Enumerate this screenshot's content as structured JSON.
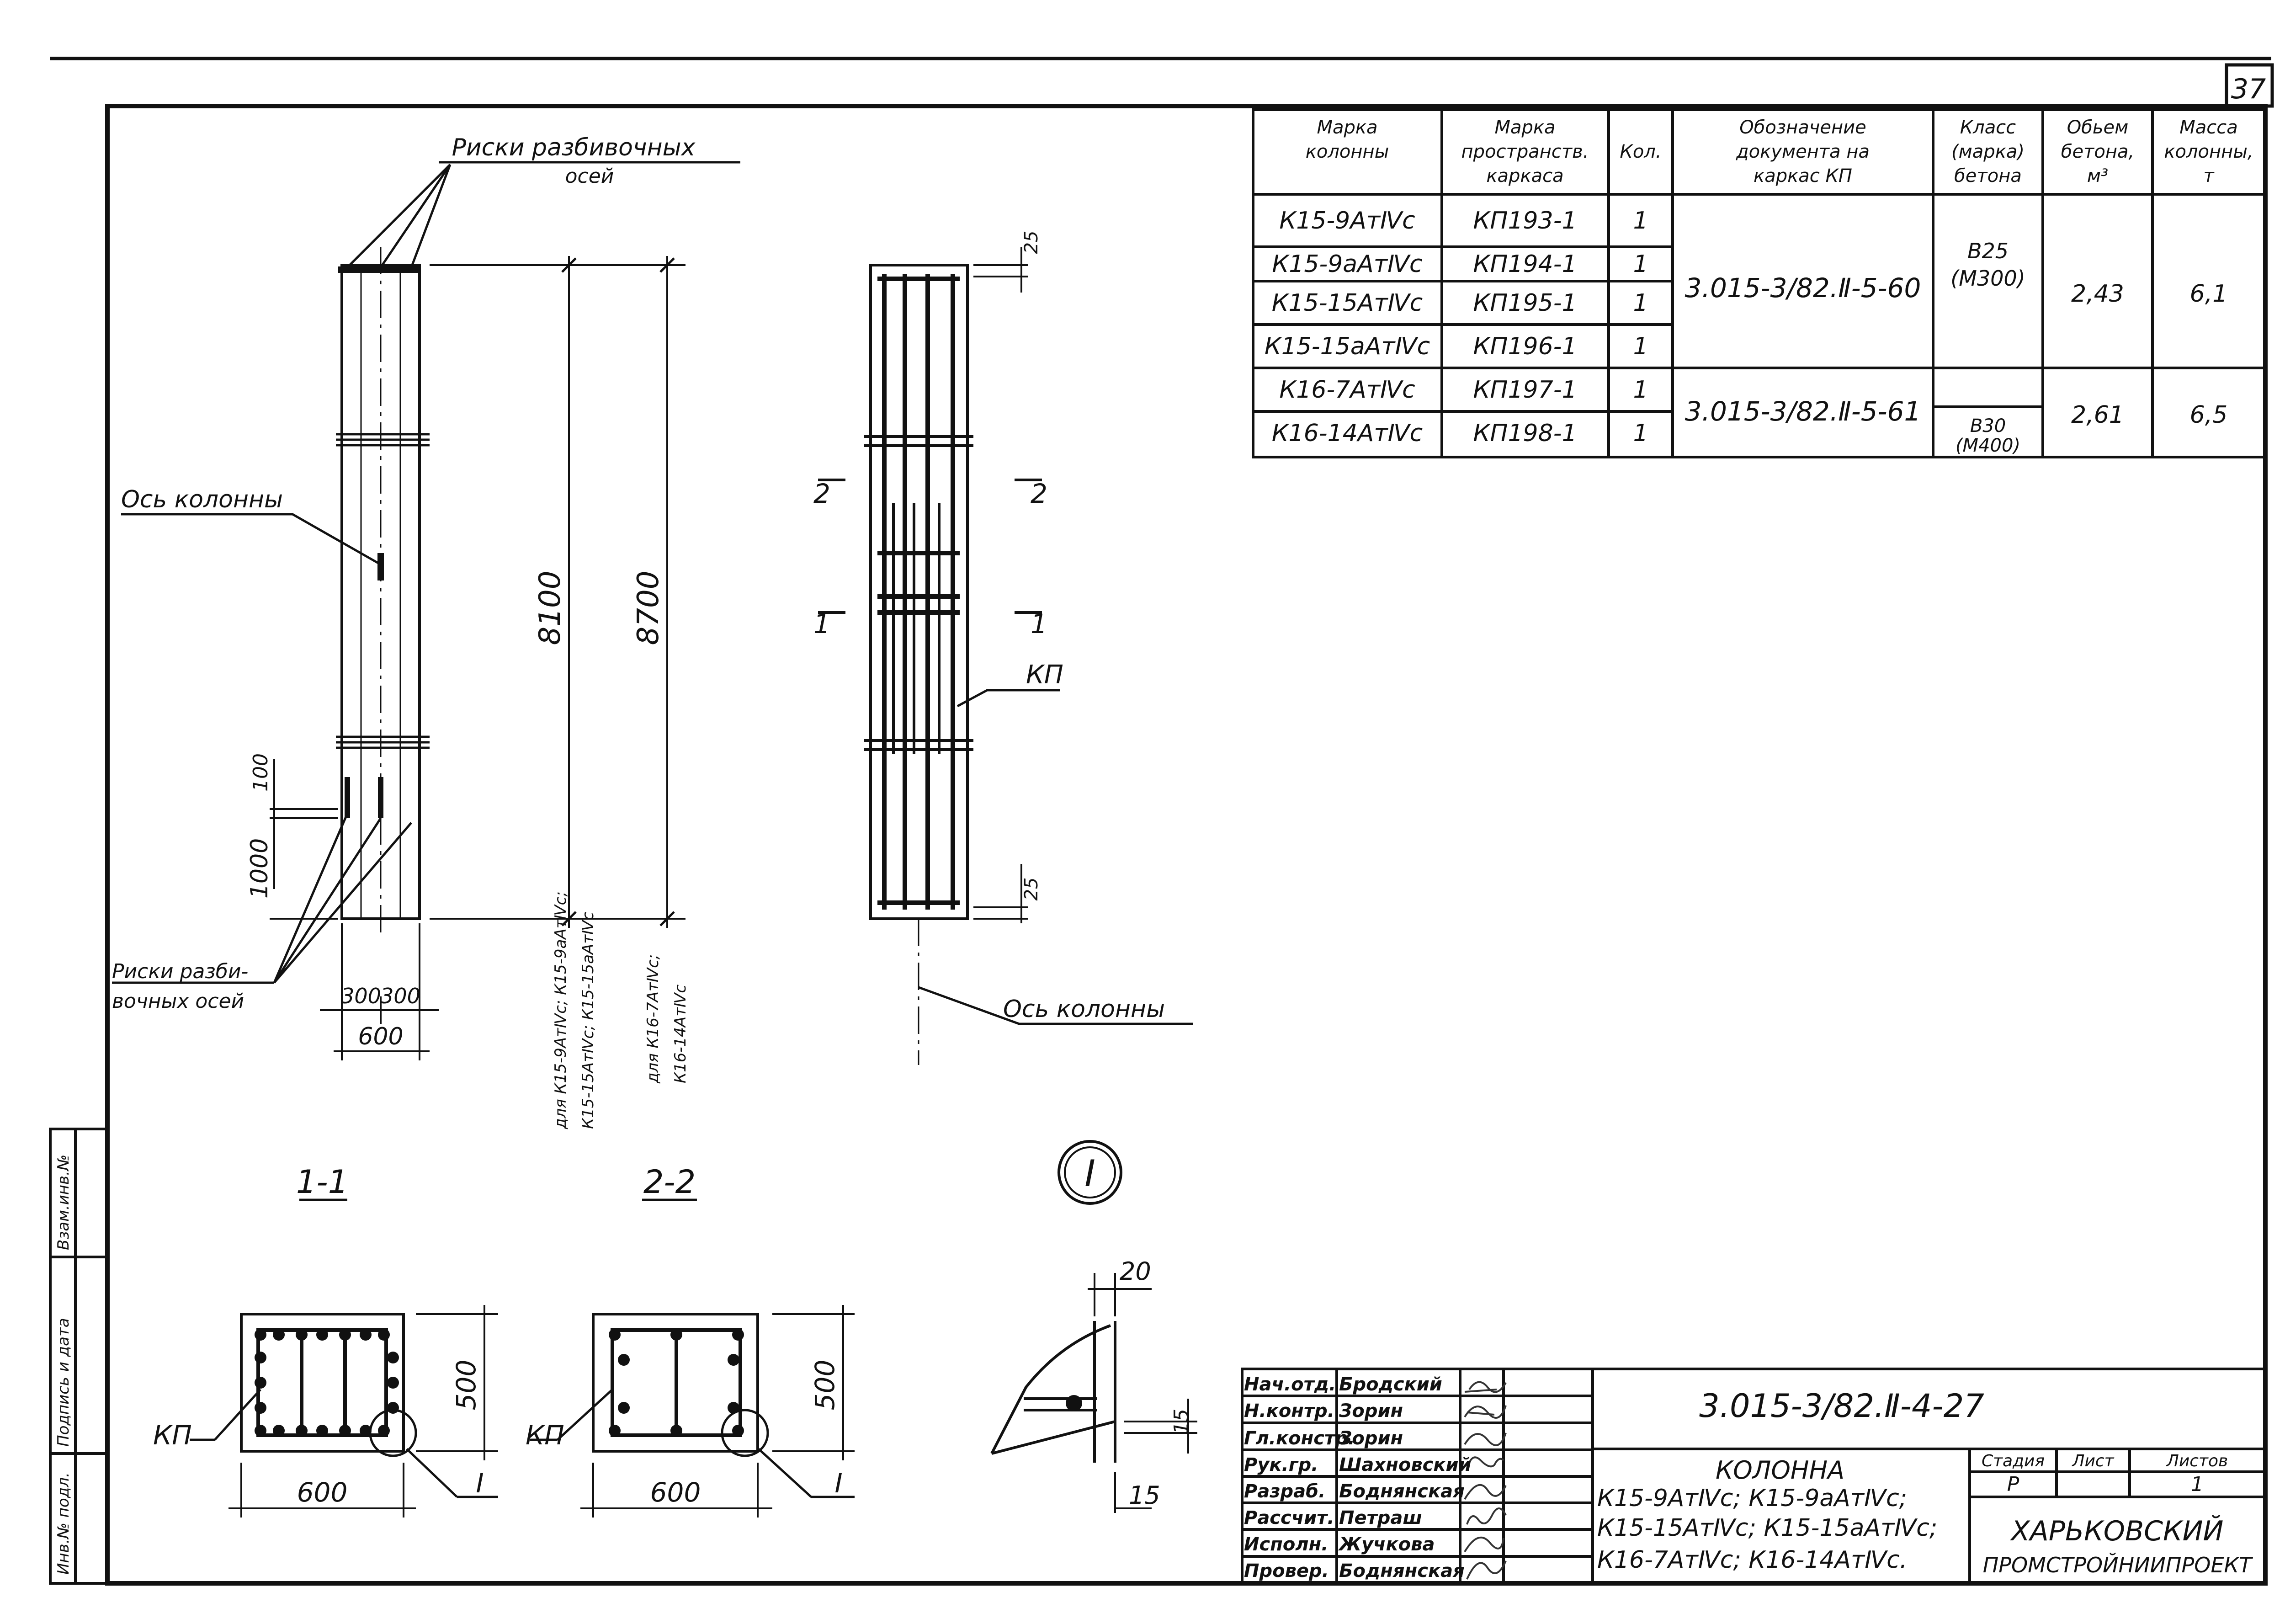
{
  "sheet_number": "37",
  "spec_table": {
    "headers": [
      [
        "Марка",
        "колонны"
      ],
      [
        "Марка",
        "пространств.",
        "каркаса"
      ],
      [
        "Кол."
      ],
      [
        "Обозначение",
        "документа на",
        "каркас КП"
      ],
      [
        "Класс",
        "(марка)",
        "бетона"
      ],
      [
        "Обьем",
        "бетона,",
        "м³"
      ],
      [
        "Масса",
        "колонны,",
        "т"
      ]
    ],
    "rows": [
      {
        "mark": "К15-9АтⅣс",
        "frame": "КП193-1",
        "qty": "1"
      },
      {
        "mark": "К15-9аАтⅣс",
        "frame": "КП194-1",
        "qty": "1"
      },
      {
        "mark": "К15-15АтⅣс",
        "frame": "КП195-1",
        "qty": "1"
      },
      {
        "mark": "К15-15аАтⅣс",
        "frame": "КП196-1",
        "qty": "1"
      },
      {
        "mark": "К16-7АтⅣс",
        "frame": "КП197-1",
        "qty": "1"
      },
      {
        "mark": "К16-14АтⅣс",
        "frame": "КП198-1",
        "qty": "1"
      }
    ],
    "doc_group_1": "3.015-3/82.Ⅱ-5-60",
    "doc_group_2": "3.015-3/82.Ⅱ-5-61",
    "concrete_1": "В25",
    "concrete_1b": "(М300)",
    "concrete_2": "В30",
    "concrete_2b": "(М400)",
    "volume_1": "2,43",
    "volume_2": "2,61",
    "mass_1": "6,1",
    "mass_2": "6,5"
  },
  "drawing": {
    "label_risks_top": "Риски разбивочных",
    "label_risks_top_2": "осей",
    "label_axis_left": "Ось колонны",
    "label_risks_bottom": "Риски разби-",
    "label_risks_bottom_2": "вочных осей",
    "label_axis_right": "Ось колонны",
    "label_kp": "КП",
    "dim_8100": "8100",
    "dim_8700": "8700",
    "dim_100": "100",
    "dim_1000": "1000",
    "dim_300a": "300",
    "dim_300b": "300",
    "dim_600": "600",
    "dim_25a": "25",
    "dim_25b": "25",
    "note_8100": "для К15-9АтⅣс; К15-9аАтⅣс;",
    "note_8100_2": "К15-15АтⅣс; К15-15аАтⅣс",
    "note_8700": "для К16-7АтⅣс;",
    "note_8700_2": "К16-14АтⅣс",
    "sec_2_left": "2",
    "sec_2_right": "2",
    "sec_1_left": "1",
    "sec_1_right": "1",
    "section_1_title": "1-1",
    "section_2_title": "2-2",
    "node_mark": "I",
    "sec1_kp": "КП",
    "sec1_500": "500",
    "sec1_600": "600",
    "sec1_node": "I",
    "sec2_kp": "КП",
    "sec2_500": "500",
    "sec2_600": "600",
    "sec2_node": "I",
    "detail_20": "20",
    "detail_15a": "15",
    "detail_15b": "15"
  },
  "side_stamp": [
    "Инв.№ подл.",
    "Подпись и дата",
    "Взам.инв.№"
  ],
  "title_block": {
    "code": "3.015-3/82.Ⅱ-4-27",
    "roles": [
      "Нач.отд.",
      "Н.контр.",
      "Гл.констр.",
      "Рук.гр.",
      "Разраб.",
      "Рассчит.",
      "Исполн.",
      "Провер."
    ],
    "names": [
      "Бродский",
      "Зорин",
      "Зорин",
      "Шахновский",
      "Боднянская",
      "Петраш",
      "Жучкова",
      "Боднянская"
    ],
    "title_lines": [
      "КОЛОННА",
      "К15-9АтⅣс; К15-9аАтⅣс;",
      "К15-15АтⅣс; К15-15аАтⅣс;",
      "К16-7АтⅣс; К16-14АтⅣс."
    ],
    "stage_label": "Стадия",
    "sheet_label": "Лист",
    "sheets_label": "Листов",
    "stage": "Р",
    "sheet": "",
    "sheets": "1",
    "org_1": "ХАРЬКОВСКИЙ",
    "org_2": "ПРОМСТРОЙНИИПРОЕКТ"
  }
}
